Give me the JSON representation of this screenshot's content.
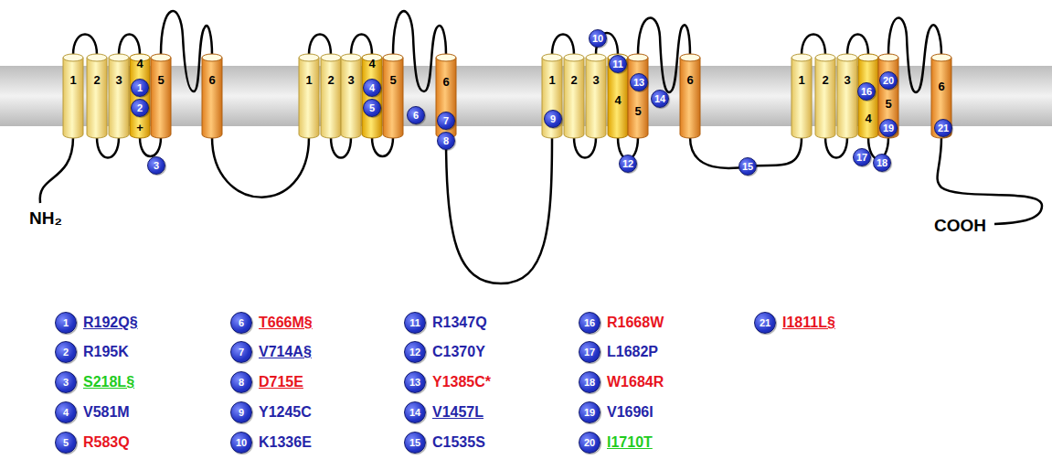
{
  "diagram": {
    "nodes": [
      {
        "text": [
          "1"
        ]
      },
      {
        "text": [
          "2"
        ]
      },
      {
        "text": [
          "3"
        ]
      },
      {
        "text": [
          "4"
        ]
      },
      {
        "text": [
          "5"
        ]
      },
      {
        "text": [
          "6"
        ]
      },
      {
        "text": [
          "1"
        ]
      },
      {
        "text": [
          "2"
        ]
      },
      {
        "text": [
          "3"
        ]
      },
      {
        "text": [
          "4"
        ]
      },
      {
        "text": [
          "5"
        ]
      },
      {
        "text": [
          "6"
        ]
      },
      {
        "text": [
          "1"
        ]
      },
      {
        "text": [
          "2"
        ]
      },
      {
        "text": [
          "3"
        ]
      },
      {
        "text": [
          "4"
        ]
      },
      {
        "text": [
          "5"
        ]
      },
      {
        "text": [
          "6"
        ]
      },
      {
        "text": [
          "1"
        ]
      },
      {
        "text": [
          "2"
        ]
      },
      {
        "text": [
          "3"
        ]
      },
      {
        "text": [
          "4"
        ]
      },
      {
        "text": [
          "5"
        ]
      },
      {
        "text": [
          "6"
        ]
      },
      {
        "text": [
          "1"
        ]
      },
      {
        "text": [
          "2"
        ]
      },
      {
        "text": [
          "3"
        ]
      },
      {
        "text": [
          "4"
        ]
      },
      {
        "text": [
          "5"
        ]
      },
      {
        "text": [
          "6"
        ]
      },
      {
        "text": [
          "7"
        ]
      },
      {
        "text": [
          "8"
        ]
      },
      {
        "text": [
          "9"
        ]
      },
      {
        "text": [
          "10"
        ]
      },
      {
        "text": [
          "11"
        ]
      },
      {
        "text": [
          "12"
        ]
      },
      {
        "text": [
          "13"
        ]
      },
      {
        "text": [
          "14"
        ]
      },
      {
        "text": [
          "15"
        ]
      },
      {
        "text": [
          "16"
        ]
      },
      {
        "text": [
          "17"
        ]
      },
      {
        "text": [
          "18"
        ]
      },
      {
        "text": [
          "19"
        ]
      },
      {
        "text": [
          "20"
        ]
      },
      {
        "text": [
          "21"
        ]
      },
      {
        "text": [
          "1",
          "R192Q§"
        ]
      },
      {
        "text": [
          "2",
          "R195K"
        ]
      },
      {
        "text": [
          "3",
          "S218L§"
        ]
      },
      {
        "text": [
          "4",
          "V581M"
        ]
      },
      {
        "text": [
          "5",
          "R583Q"
        ]
      },
      {
        "text": [
          "6",
          "T666M§"
        ]
      },
      {
        "text": [
          "7",
          "V714A§"
        ]
      },
      {
        "text": [
          "8",
          "D715E"
        ]
      },
      {
        "text": [
          "9",
          "Y1245C"
        ]
      },
      {
        "text": [
          "10",
          "K1336E"
        ]
      },
      {
        "text": [
          "11",
          "R1347Q"
        ]
      },
      {
        "text": [
          "12",
          "C1370Y"
        ]
      },
      {
        "text": [
          "13",
          "Y1385C*"
        ]
      },
      {
        "text": [
          "14",
          "V1457L"
        ]
      },
      {
        "text": [
          "15",
          "C1535S"
        ]
      },
      {
        "text": [
          "16",
          "R1668W"
        ]
      },
      {
        "text": [
          "17",
          "L1682P"
        ]
      },
      {
        "text": [
          "18",
          "W1684R"
        ]
      },
      {
        "text": [
          "19",
          "V1696I"
        ]
      },
      {
        "text": [
          "20",
          "I1710T"
        ]
      },
      {
        "text": [
          "21",
          "I1811L§"
        ]
      }
    ],
    "labels": [
      "+",
      "NH₂",
      "COOH"
    ]
  }
}
